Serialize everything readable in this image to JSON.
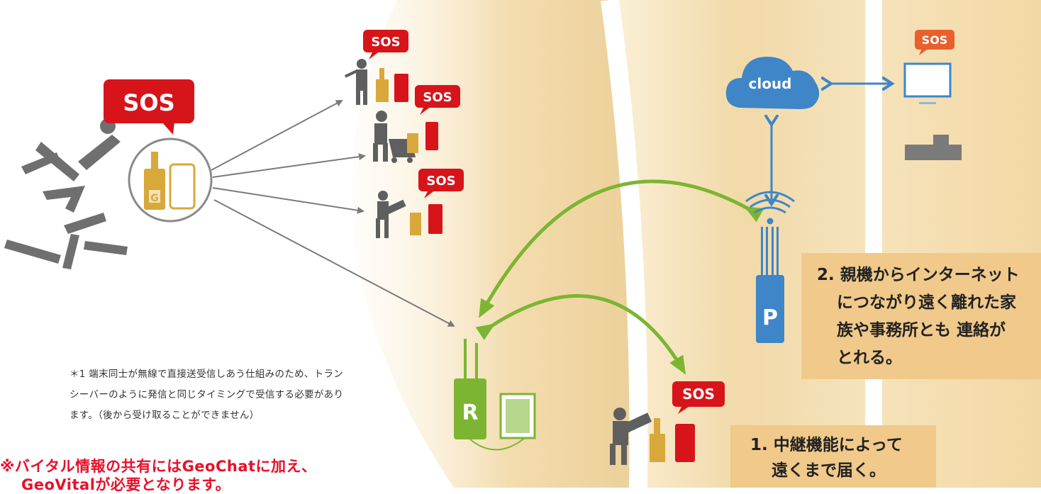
{
  "bubbles": {
    "main": "SOS",
    "worker1": "SOS",
    "worker2": "SOS",
    "worker3": "SOS",
    "worker4": "SOS",
    "office": "SOS"
  },
  "cloud_label": "cloud",
  "device_letters": {
    "g": "G",
    "relay": "R",
    "parent": "P"
  },
  "footnote": {
    "line1": "＊1 端末同士が無線で直接送受信しあう仕組みのため、トラン",
    "line2": "シーバーのように発信と同じタイミングで受信する必要があり",
    "line3": "ます。（後から受け取ることができません）"
  },
  "red_note": {
    "line1": "※バイタル情報の共有にはGeoChatに加え、",
    "line2": "GeoVitalが必要となります。"
  },
  "box2": {
    "line1": "2. 親機からインターネット",
    "line2": "につながり遠く離れた家",
    "line3": "族や事務所とも 連絡が",
    "line4": "とれる。"
  },
  "box1": {
    "line1": "1. 中継機能によって",
    "line2": "遠くまで届く。"
  },
  "colors": {
    "sos_red": "#d7141a",
    "sos_orange": "#e8602c",
    "cloud_blue": "#3e86c8",
    "green": "#7cb532",
    "gold": "#d9a83b",
    "gray": "#5f5f5f",
    "band": "#f0c98b"
  },
  "icons": [
    "fallen-person-icon",
    "walkie-talkie-icon",
    "smartphone-icon",
    "worker-icon",
    "cloud-icon",
    "monitor-icon",
    "building-icon",
    "wifi-waves-icon",
    "repeater-device-icon",
    "solar-panel-icon",
    "parent-device-icon"
  ]
}
